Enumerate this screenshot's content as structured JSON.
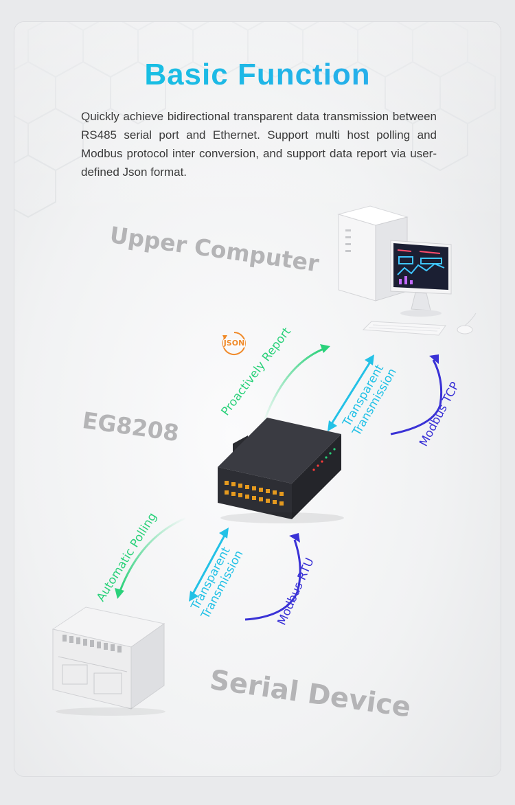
{
  "title": "Basic Function",
  "description": "Quickly achieve bidirectional transparent data transmission between RS485 serial port and Ethernet. Support multi host polling and Modbus protocol inter conversion, and support data report via user-defined Json format.",
  "nodes": {
    "upper": "Upper Computer",
    "gateway": "EG8208",
    "serial": "Serial Device"
  },
  "json_badge": "JSON",
  "flows_top": {
    "report": "Proactively Report",
    "transparent_1": "Transparent",
    "transparent_2": "Transmission",
    "modbus": "Modbus TCP"
  },
  "flows_bottom": {
    "polling": "Automatic Polling",
    "transparent_1": "Transparent",
    "transparent_2": "Transmission",
    "modbus": "Modbus RTU"
  },
  "colors": {
    "title": "#1ebede",
    "green": "#2ad17a",
    "cyan": "#23c1e6",
    "blue": "#3a32d6",
    "orange": "#f08a2a"
  }
}
